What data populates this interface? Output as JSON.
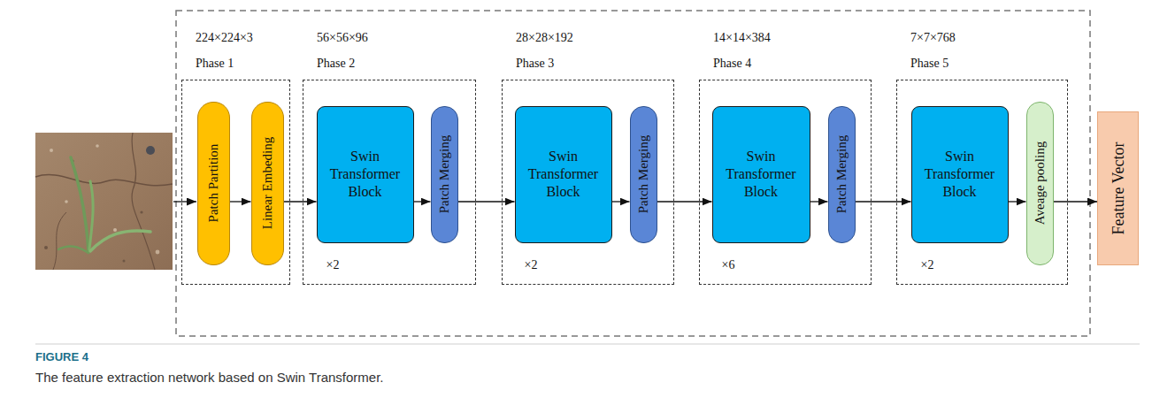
{
  "diagram": {
    "caption": "The feature extraction network based on Swin Transformer.",
    "nodes": [
      {
        "text": [
          "224×224×3",
          "Phase 1"
        ]
      },
      {
        "text": [
          "Patch Partition"
        ],
        "in": 0
      },
      {
        "text": [
          "Linear Embeding"
        ],
        "in": 0
      },
      {
        "text": [
          "56×56×96",
          "Phase 2"
        ]
      },
      {
        "text": [
          "Swin Transformer Block",
          "×2"
        ],
        "in": 3
      },
      {
        "text": [
          "Patch Merging"
        ],
        "in": 3
      },
      {
        "text": [
          "28×28×192",
          "Phase 3"
        ]
      },
      {
        "text": [
          "Swin Transformer Block",
          "×2"
        ],
        "in": 6
      },
      {
        "text": [
          "Patch Merging"
        ],
        "in": 6
      },
      {
        "text": [
          "14×14×384",
          "Phase 4"
        ]
      },
      {
        "text": [
          "Swin Transformer Block",
          "×6"
        ],
        "in": 9
      },
      {
        "text": [
          "Patch Merging"
        ],
        "in": 9
      },
      {
        "text": [
          "7×7×768",
          "Phase 5"
        ]
      },
      {
        "text": [
          "Swin Transformer Block",
          "×2"
        ],
        "in": 12
      },
      {
        "text": [
          "Aveage pooling"
        ],
        "in": 12
      },
      {
        "text": [
          "Feature Vector"
        ]
      }
    ],
    "edges": [
      {
        "from": 1,
        "to": 2,
        "arrow": "to"
      },
      {
        "from": 2,
        "to": 4,
        "arrow": "to"
      },
      {
        "from": 4,
        "to": 5,
        "arrow": "to"
      },
      {
        "from": 5,
        "to": 7,
        "arrow": "to"
      },
      {
        "from": 7,
        "to": 8,
        "arrow": "to"
      },
      {
        "from": 8,
        "to": 10,
        "arrow": "to"
      },
      {
        "from": 10,
        "to": 11,
        "arrow": "to"
      },
      {
        "from": 11,
        "to": 13,
        "arrow": "to"
      },
      {
        "from": 13,
        "to": 14,
        "arrow": "to"
      },
      {
        "from": 14,
        "to": 15,
        "arrow": "to"
      }
    ],
    "labels": [
      "FIGURE 4"
    ]
  }
}
